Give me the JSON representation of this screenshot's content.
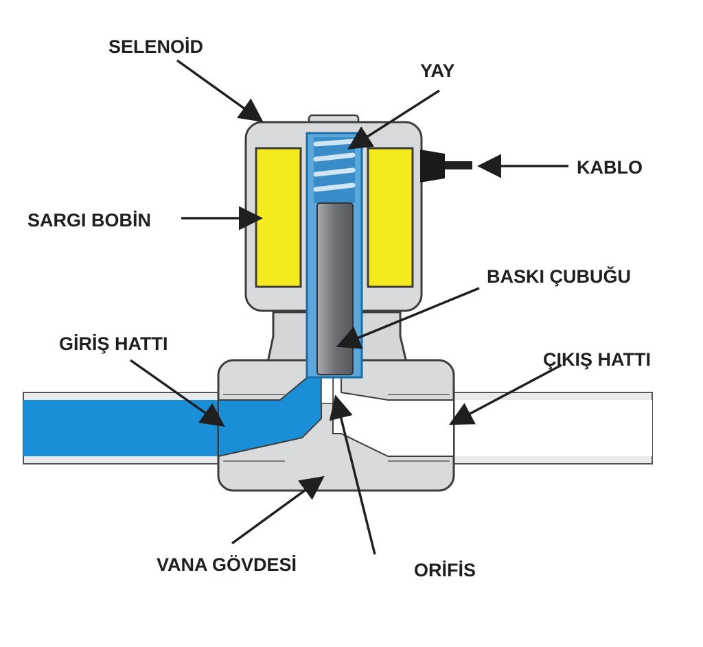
{
  "labels": {
    "selenoid": "SELENOİD",
    "yay": "YAY",
    "kablo": "KABLO",
    "sargi_bobin": "SARGI BOBİN",
    "baski_cubugu": "BASKI ÇUBUĞU",
    "giris_hatti": "GİRİŞ HATTI",
    "cikis_hatti": "ÇIKIŞ HATTI",
    "vana_govdesi": "VANA GÖVDESİ",
    "orifis": "ORİFİS"
  },
  "colors": {
    "fluid": "#1a8fd8",
    "coil": "#f4ea1e",
    "body_light": "#d9dadb",
    "plunger": "#7f8184",
    "spring_bg": "#6cb4e0",
    "outline": "#3d3d3d",
    "label": "#1f1f1f"
  }
}
